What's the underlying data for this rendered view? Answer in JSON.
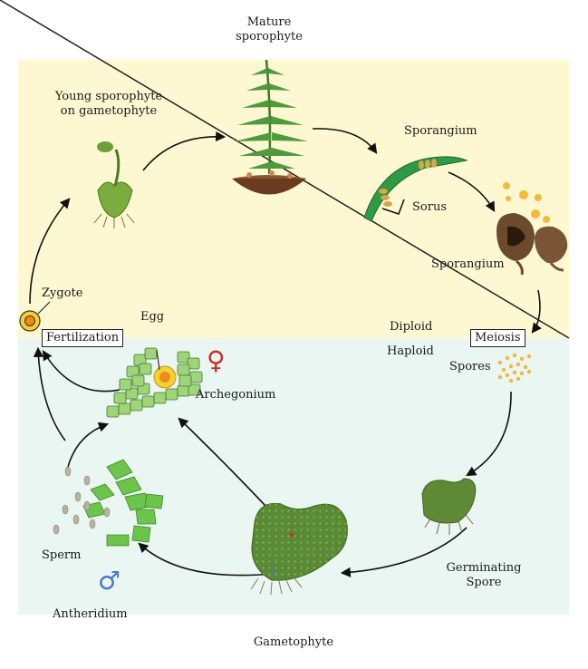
{
  "labels": {
    "mature_sporophyte": "Mature\nsporophyte",
    "young_sporophyte": "Young sporophyte\non gametophyte",
    "sporangium_top": "Sporangium",
    "sorus": "Sorus",
    "sporangium_right": "Sporangium",
    "zygote": "Zygote",
    "egg": "Egg",
    "fertilization": "Fertilization",
    "diploid": "Diploid",
    "haploid": "Haploid",
    "meiosis": "Meiosis",
    "spores": "Spores",
    "archegonium": "Archegonium",
    "sperm": "Sperm",
    "antheridium": "Antheridium",
    "germinating_spore": "Germinating\nSpore",
    "gametophyte": "Gametophyte"
  },
  "symbols": {
    "female": "♀",
    "male": "♂"
  },
  "colors": {
    "diploid_bg": "#fdf8d2",
    "haploid_bg": "#eaf6f1",
    "female": "#d02a2a",
    "male": "#4a78c8",
    "leaf_green": "#4f9a3c",
    "dark_green": "#3e7a2a",
    "spore_yellow": "#f2b93b",
    "sporangium_brown": "#6b4a2e"
  }
}
